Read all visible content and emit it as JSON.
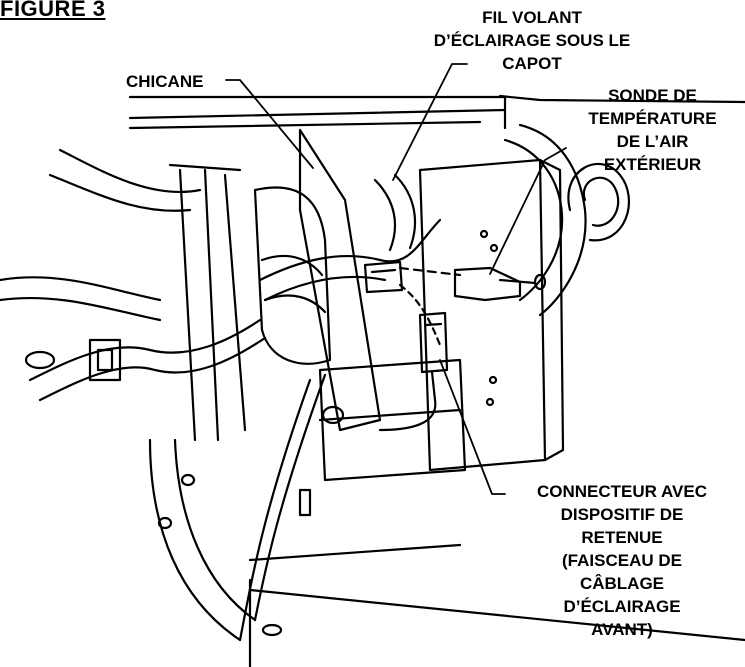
{
  "figure": {
    "title": "FIGURE 3",
    "labels": {
      "fil_volant": [
        "FIL VOLANT",
        "D’ÉCLAIRAGE SOUS LE",
        "CAPOT"
      ],
      "sonde": [
        "SONDE DE",
        "TEMPÉRATURE",
        "DE L’AIR",
        "EXTÉRIEUR"
      ],
      "chicane": [
        "CHICANE"
      ],
      "connecteur": [
        "CONNECTEUR AVEC",
        "DISPOSITIF DE",
        "RETENUE",
        "(FAISCEAU DE",
        "CÂBLAGE",
        "D’ÉCLAIRAGE",
        "AVANT)"
      ]
    }
  }
}
